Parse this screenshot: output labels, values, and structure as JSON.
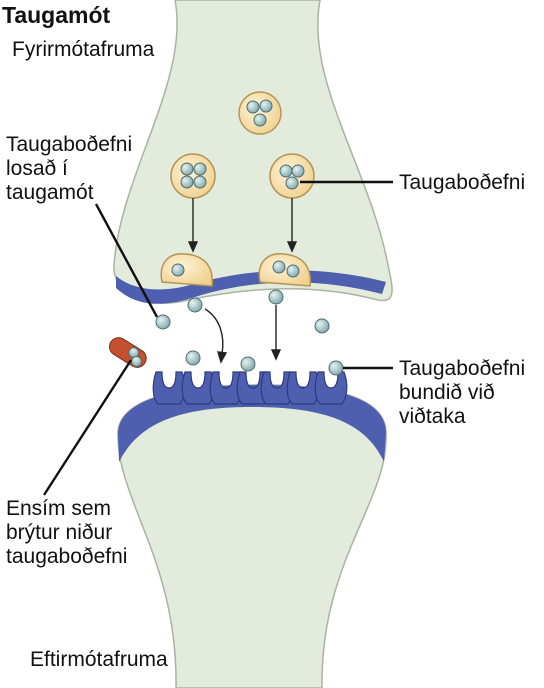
{
  "title": "Taugamót",
  "labels": {
    "presynaptic": "Fyrirmótafruma",
    "postsynaptic": "Eftirmótafruma",
    "released": "Taugaboðefni\nlosað í\ntaugamót",
    "neurotransmitter": "Taugaboðefni",
    "bound": "Taugaboðefni\nbundið við\nviðtaka",
    "enzyme": "Ensím sem\nbrýtur niður\ntaugaboðefni"
  },
  "colors": {
    "cell_fill": "#e3ebdc",
    "cell_stroke": "#a9b3a2",
    "membrane": "#4d5fae",
    "vesicle": "#f6dca8",
    "vesicle_stroke": "#b59553",
    "molecule": "#a9c9cc",
    "enzyme": "#c5502f"
  }
}
